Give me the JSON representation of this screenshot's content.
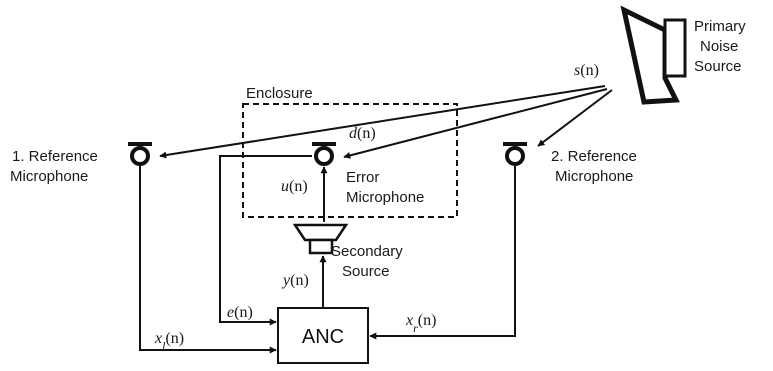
{
  "labels": {
    "primary_source": [
      "Primary",
      "Noise",
      "Source"
    ],
    "enclosure": "Enclosure",
    "ref1": [
      "1. Reference",
      "Microphone"
    ],
    "ref2": [
      "2. Reference",
      "Microphone"
    ],
    "error_mic": [
      "Error",
      "Microphone"
    ],
    "secondary_source": [
      "Secondary",
      "Source"
    ],
    "anc": "ANC"
  },
  "signals": {
    "s": {
      "base": "s",
      "arg": "(n)"
    },
    "d": {
      "base": "d",
      "arg": "(n)"
    },
    "u": {
      "base": "u",
      "arg": "(n)"
    },
    "y": {
      "base": "y",
      "arg": "(n)"
    },
    "e": {
      "base": "e",
      "arg": "(n)"
    },
    "xl": {
      "base": "x",
      "sub": "l",
      "arg": "(n)"
    },
    "xr": {
      "base": "x",
      "sub": "r",
      "arg": "(n)"
    }
  }
}
